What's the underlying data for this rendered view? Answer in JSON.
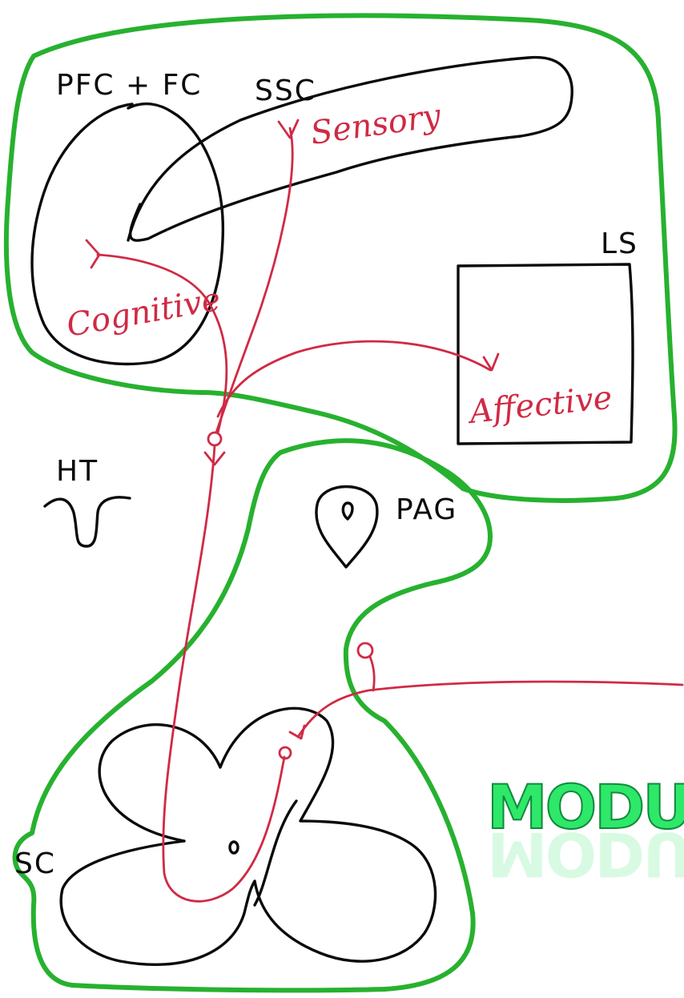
{
  "labels": {
    "pfc_fc": "PFC + FC",
    "ssc": "SSC",
    "ls": "LS",
    "ht": "HT",
    "pag": "PAG",
    "sc": "SC"
  },
  "pathways": {
    "sensory": "Sensory",
    "cognitive": "Cognitive",
    "affective": "Affective"
  },
  "banner_text": "MODULAT",
  "colors": {
    "boundary": "#27b12f",
    "structure": "#0a0a0a",
    "pathway": "#d02a44",
    "banner": "#2ee86a"
  }
}
